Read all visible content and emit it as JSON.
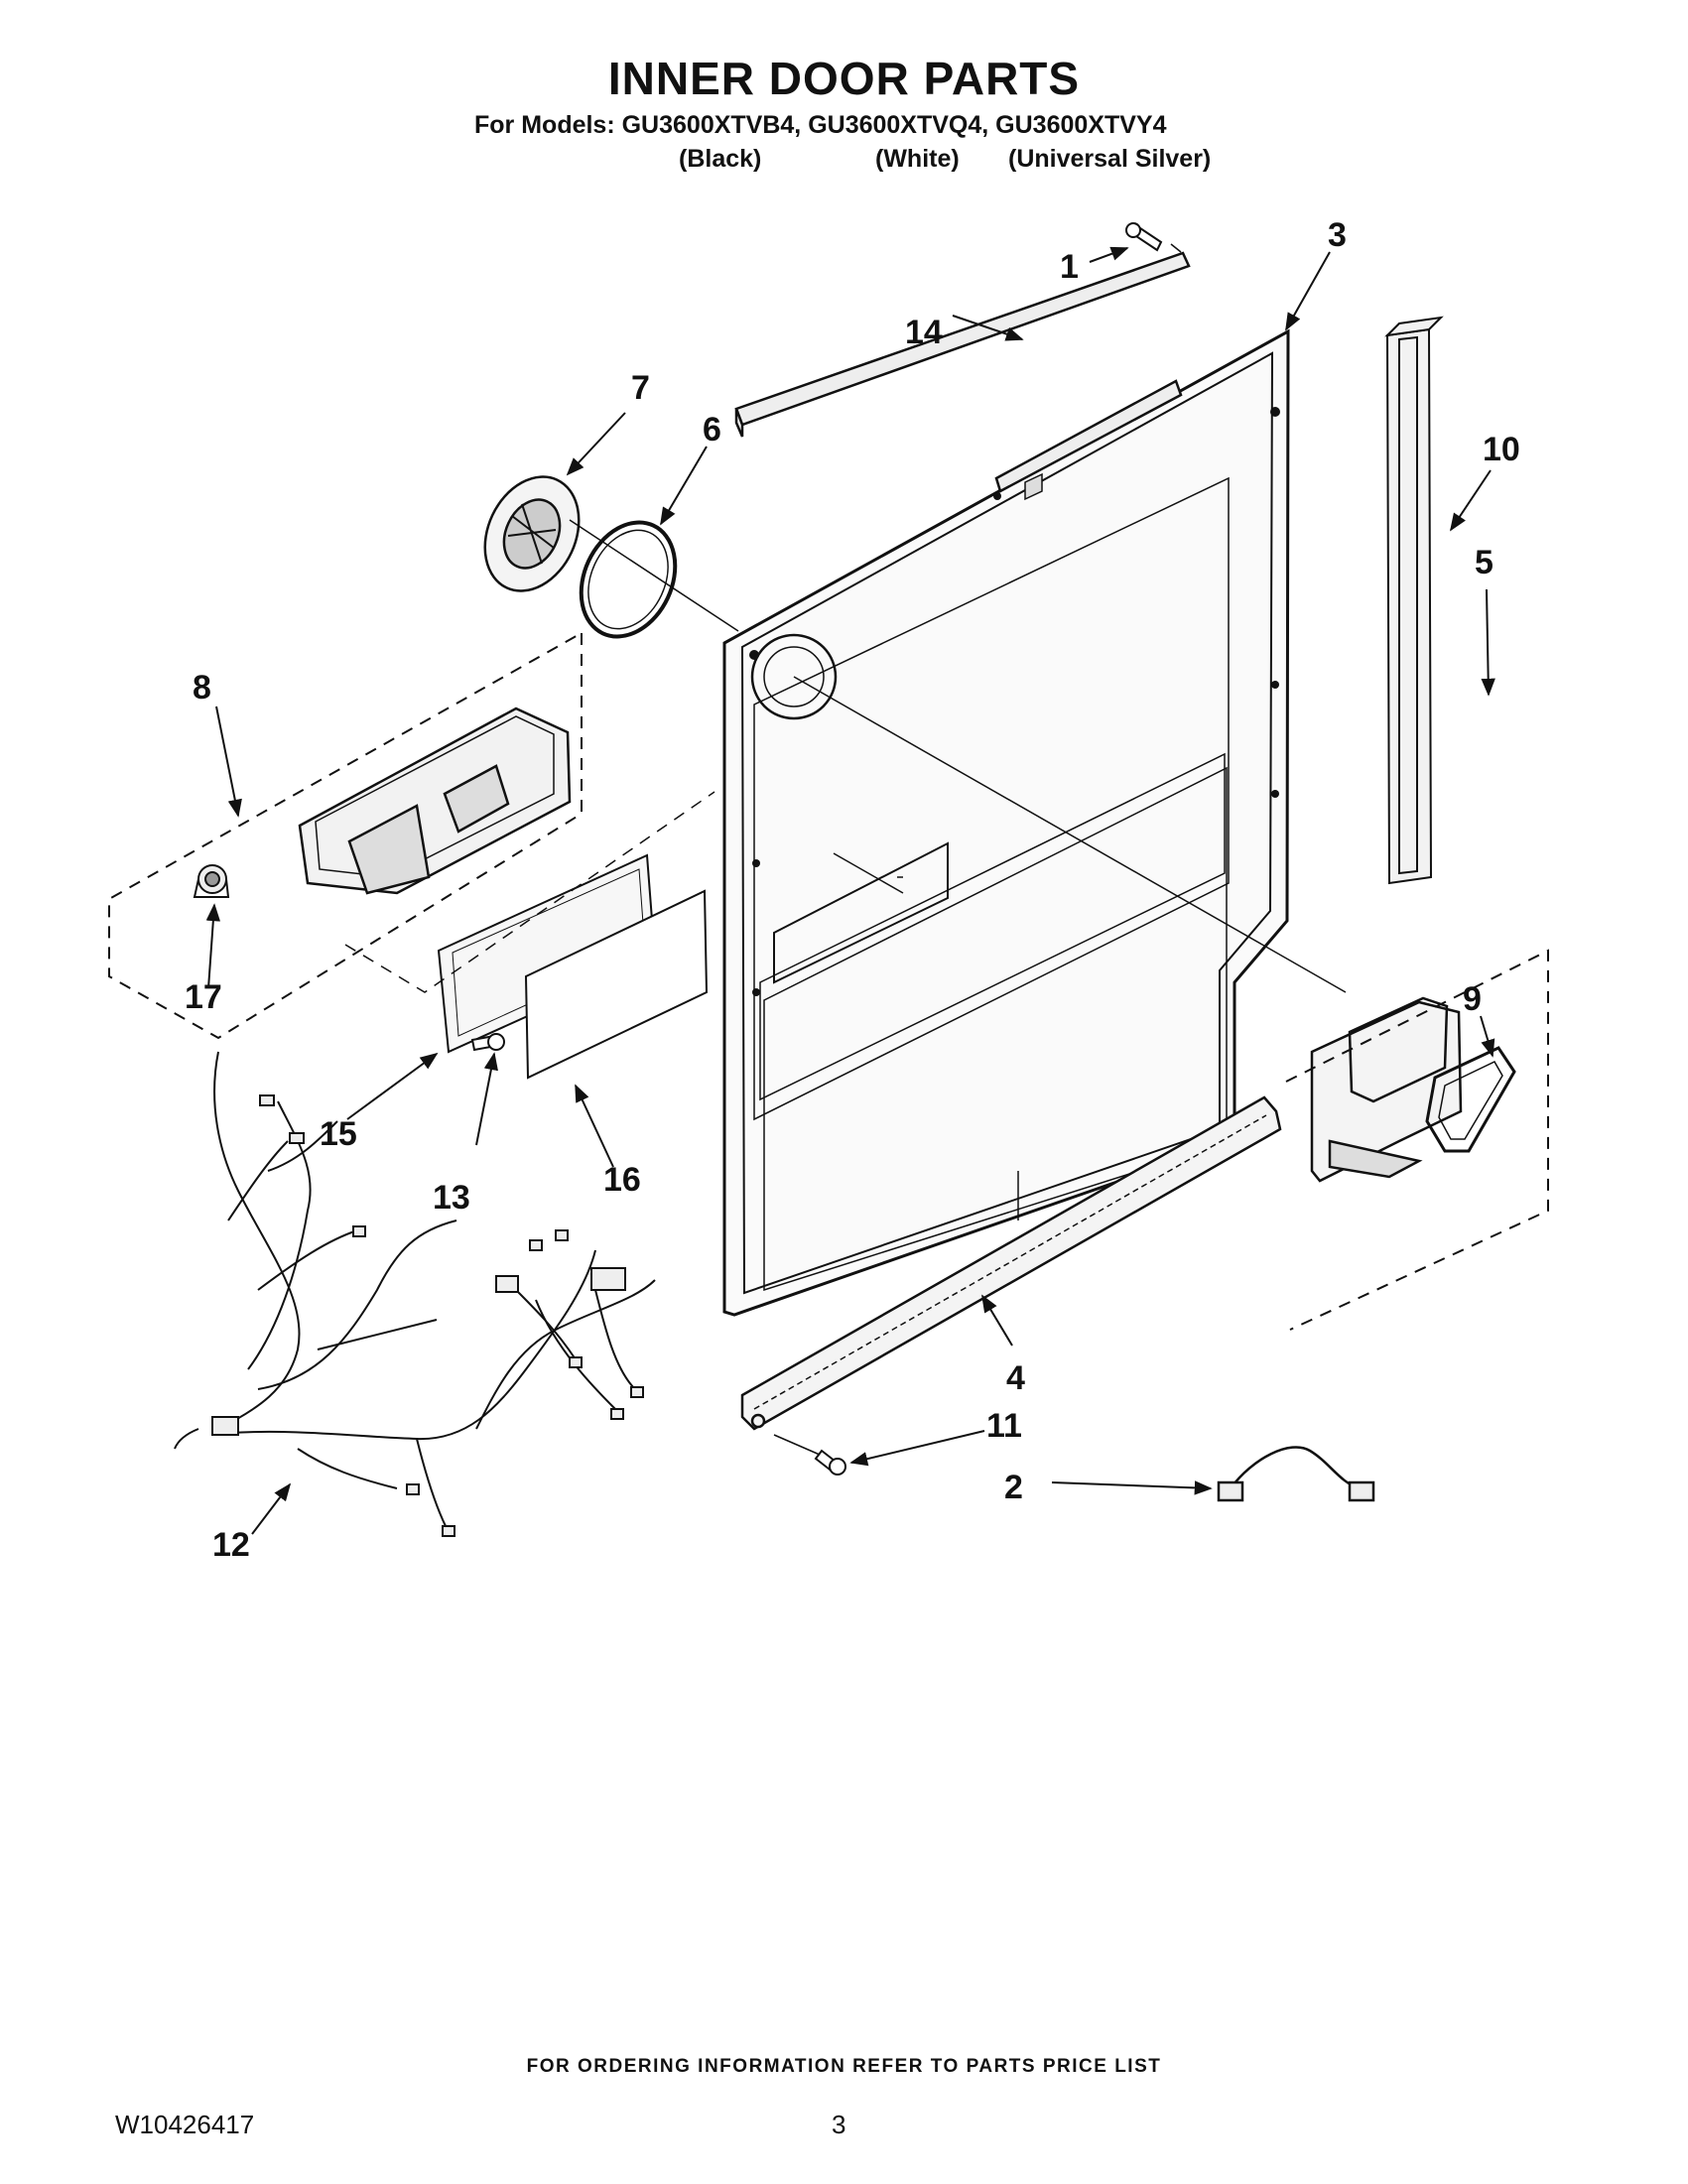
{
  "header": {
    "title": "INNER DOOR PARTS",
    "models_line": "For Models: GU3600XTVB4, GU3600XTVQ4, GU3600XTVY4",
    "colors": [
      "(Black)",
      "(White)",
      "(Universal Silver)"
    ]
  },
  "diagram": {
    "callouts": [
      "1",
      "2",
      "3",
      "4",
      "5",
      "6",
      "7",
      "8",
      "9",
      "10",
      "11",
      "12",
      "13",
      "14",
      "15",
      "16",
      "17"
    ]
  },
  "footer": {
    "ordering_note": "FOR ORDERING INFORMATION REFER TO PARTS PRICE LIST",
    "doc_number": "W10426417",
    "page_number": "3"
  }
}
